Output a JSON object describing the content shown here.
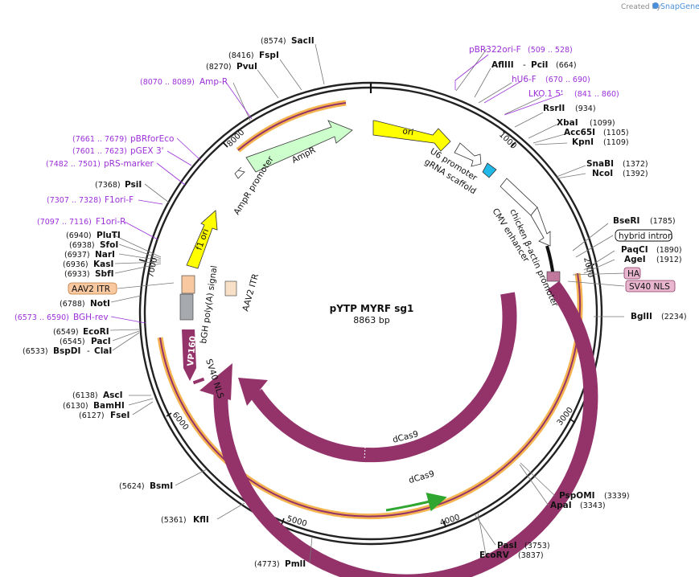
{
  "header": {
    "created_by": "Created by",
    "brand": "SnapGene"
  },
  "plasmid": {
    "name": "pYTP MYRF sg1",
    "length": "8863 bp"
  },
  "ticks": [
    {
      "label": "1000",
      "bp": 1000
    },
    {
      "label": "2000",
      "bp": 2000
    },
    {
      "label": "3000",
      "bp": 3000
    },
    {
      "label": "4000",
      "bp": 4000
    },
    {
      "label": "5000",
      "bp": 5000
    },
    {
      "label": "6000",
      "bp": 6000
    },
    {
      "label": "7000",
      "bp": 7000
    },
    {
      "label": "8000",
      "bp": 8000
    }
  ],
  "sites": [
    {
      "name": "SacII",
      "pos": "(8574)"
    },
    {
      "name": "FspI",
      "pos": "(8416)"
    },
    {
      "name": "PvuI",
      "pos": "(8270)"
    },
    {
      "name": "AflIII",
      "extra": "PciI",
      "pos": "(664)"
    },
    {
      "name": "RsrII",
      "pos": "(934)"
    },
    {
      "name": "XbaI",
      "pos": "(1099)"
    },
    {
      "name": "Acc65I",
      "pos": "(1105)"
    },
    {
      "name": "KpnI",
      "pos": "(1109)"
    },
    {
      "name": "SnaBI",
      "pos": "(1372)"
    },
    {
      "name": "NcoI",
      "pos": "(1392)"
    },
    {
      "name": "BseRI",
      "pos": "(1785)"
    },
    {
      "name": "PaqCI",
      "pos": "(1890)"
    },
    {
      "name": "AgeI",
      "pos": "(1912)"
    },
    {
      "name": "BglII",
      "pos": "(2234)"
    },
    {
      "name": "PspOMI",
      "pos": "(3339)"
    },
    {
      "name": "ApaI",
      "pos": "(3343)"
    },
    {
      "name": "PasI",
      "pos": "(3753)"
    },
    {
      "name": "EcoRV",
      "pos": "(3837)"
    },
    {
      "name": "PmlI",
      "pos": "(4773)"
    },
    {
      "name": "KflI",
      "pos": "(5361)"
    },
    {
      "name": "BsmI",
      "pos": "(5624)"
    },
    {
      "name": "AscI",
      "pos": "(6138)"
    },
    {
      "name": "BamHI",
      "pos": "(6130)"
    },
    {
      "name": "FseI",
      "pos": "(6127)"
    },
    {
      "name": "EcoRI",
      "pos": "(6549)"
    },
    {
      "name": "PacI",
      "pos": "(6545)"
    },
    {
      "name": "BspDI",
      "extra": "ClaI",
      "pos": "(6533)"
    },
    {
      "name": "NotI",
      "pos": "(6788)"
    },
    {
      "name": "PluTI",
      "pos": "(6940)"
    },
    {
      "name": "SfoI",
      "pos": "(6938)"
    },
    {
      "name": "NarI",
      "pos": "(6937)"
    },
    {
      "name": "KasI",
      "pos": "(6936)"
    },
    {
      "name": "SbfI",
      "pos": "(6933)"
    },
    {
      "name": "PsiI",
      "pos": "(7368)"
    }
  ],
  "primers": [
    {
      "name": "pBR322ori-F",
      "range": "(509 .. 528)"
    },
    {
      "name": "hU6-F",
      "range": "(670 .. 690)"
    },
    {
      "name": "LKO.1 5'",
      "range": "(841 .. 860)"
    },
    {
      "name": "Amp-R",
      "range": "(8070 .. 8089)"
    },
    {
      "name": "pBRforEco",
      "range": "(7661 .. 7679)"
    },
    {
      "name": "pGEX 3'",
      "range": "(7601 .. 7623)"
    },
    {
      "name": "pRS-marker",
      "range": "(7482 .. 7501)"
    },
    {
      "name": "F1ori-F",
      "range": "(7307 .. 7328)"
    },
    {
      "name": "F1ori-R",
      "range": "(7097 .. 7116)"
    },
    {
      "name": "BGH-rev",
      "range": "(6573 .. 6590)"
    }
  ],
  "features": {
    "ori": "ori",
    "u6_promoter": "U6 promoter",
    "grna_scaffold": "gRNA scaffold",
    "cmv_enhancer": "CMV enhancer",
    "chicken_promoter": "chicken β-actin promoter",
    "hybrid_intron": "hybrid intron",
    "ha": "HA",
    "sv40_nls_right": "SV40 NLS",
    "ampr": "AmpR",
    "ampr_promoter": "AmpR promoter",
    "f1_ori": "f1 ori",
    "aav2_itr_left": "AAV2 ITR",
    "aav2_itr_inner": "AAV2 ITR",
    "bgh_polya": "bGH poly(A) signal",
    "vp160": "VP160",
    "sv40_nls_inner": "SV40 NLS",
    "dcas9_inner": "dCas9",
    "dcas9_outer": "dCas9"
  },
  "colors": {
    "magenta_feature": "#93336a",
    "ori_yellow": "#ffff00",
    "ampr_green": "#ccffcc",
    "primer_purple": "#9b30d9",
    "orange_track": "#f5b450",
    "promoter_white": "#ffffff",
    "scaffold_cyan": "#22b8e8",
    "itr_orange": "#f8c9a0",
    "polya_gray": "#a6a9ad",
    "cds_green": "#2fa62f"
  }
}
